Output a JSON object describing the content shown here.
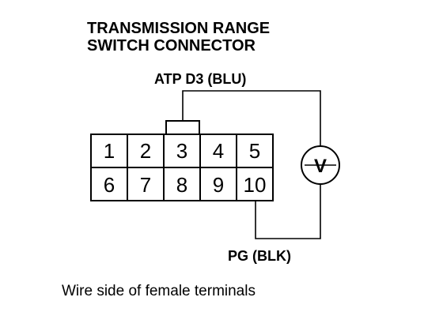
{
  "title": {
    "line1": "TRANSMISSION RANGE",
    "line2": "SWITCH CONNECTOR"
  },
  "labels": {
    "top_wire": "ATP D3 (BLU)",
    "bottom_wire": "PG (BLK)",
    "caption": "Wire side of female terminals"
  },
  "connector": {
    "row1": [
      "1",
      "2",
      "3",
      "4",
      "5"
    ],
    "row2": [
      "6",
      "7",
      "8",
      "9",
      "10"
    ]
  },
  "meter": {
    "symbol": "V"
  }
}
